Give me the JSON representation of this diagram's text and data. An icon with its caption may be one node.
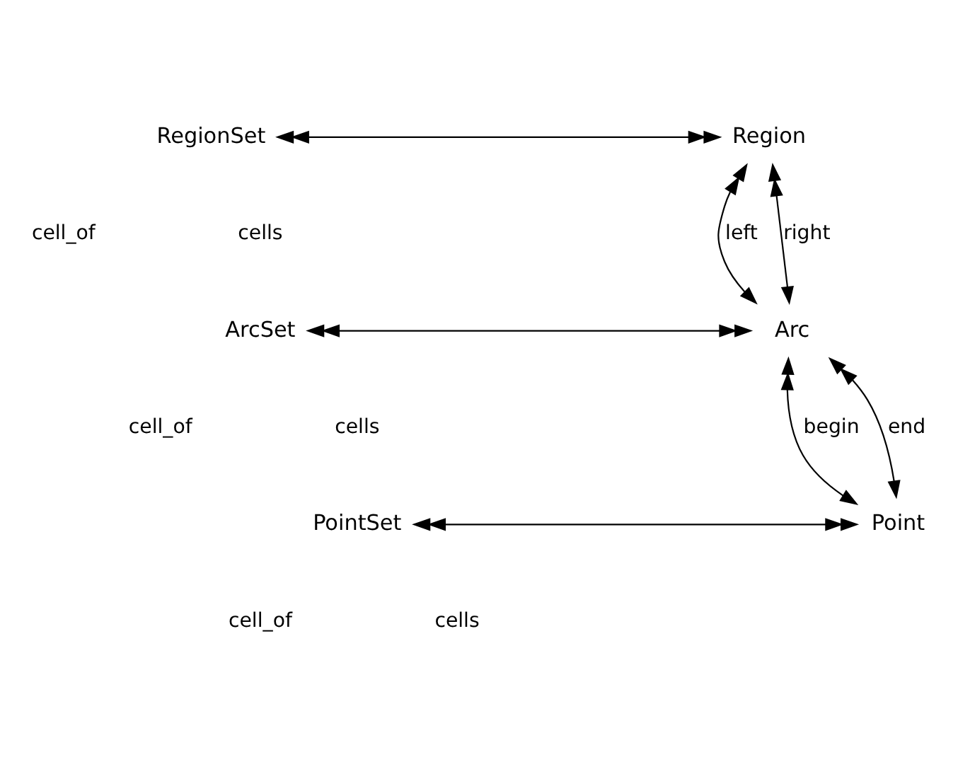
{
  "diagram": {
    "nodes": [
      {
        "text": [
          "RegionSet"
        ]
      },
      {
        "text": [
          "Region"
        ]
      },
      {
        "text": [
          "ArcSet"
        ]
      },
      {
        "text": [
          "Arc"
        ]
      },
      {
        "text": [
          "PointSet"
        ]
      },
      {
        "text": [
          "Point"
        ]
      }
    ],
    "edges": [
      {
        "from": 0,
        "to": 1,
        "arrow": "both"
      },
      {
        "from": 3,
        "to": 1,
        "arrow": "both",
        "label": "left"
      },
      {
        "from": 3,
        "to": 1,
        "arrow": "both",
        "label": "right"
      },
      {
        "from": 2,
        "to": 3,
        "arrow": "both"
      },
      {
        "from": 5,
        "to": 3,
        "arrow": "both",
        "label": "begin"
      },
      {
        "from": 5,
        "to": 3,
        "arrow": "both",
        "label": "end"
      },
      {
        "from": 4,
        "to": 5,
        "arrow": "both"
      }
    ],
    "labels": [
      "cell_of",
      "cells",
      "cell_of",
      "cells",
      "cell_of",
      "cells"
    ]
  }
}
